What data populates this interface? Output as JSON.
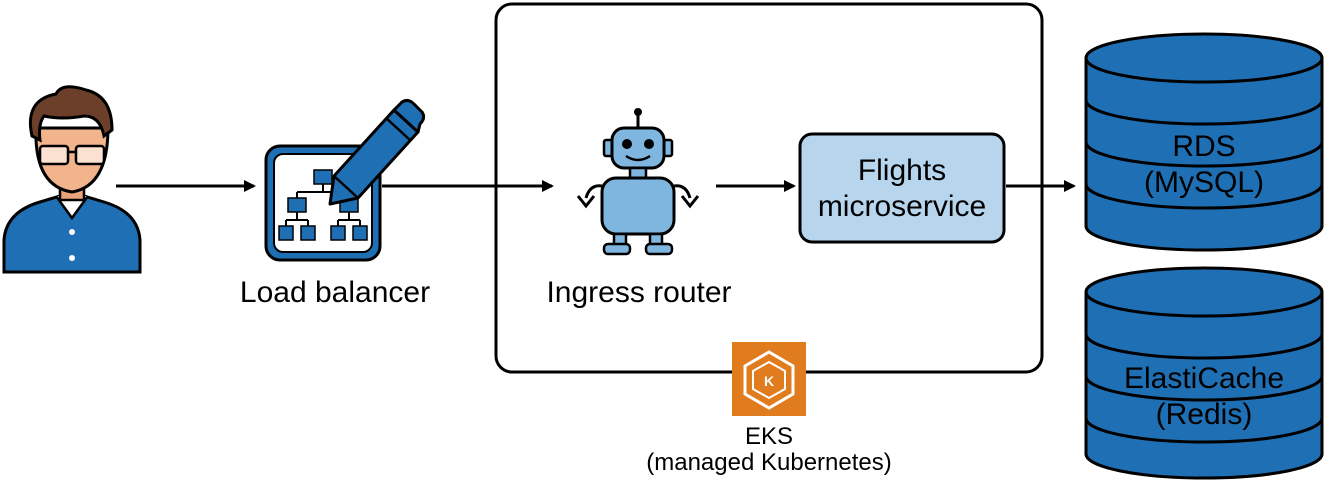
{
  "nodes": {
    "user": {
      "icon": "user-avatar-icon"
    },
    "load_balancer": {
      "icon": "load-balancer-icon",
      "label": "Load balancer"
    },
    "ingress_router": {
      "icon": "robot-icon",
      "label": "Ingress router"
    },
    "flights_service": {
      "line1": "Flights",
      "line2": "microservice"
    },
    "eks": {
      "icon": "eks-kubernetes-icon",
      "line1": "EKS",
      "line2": "(managed Kubernetes)"
    },
    "rds": {
      "icon": "database-icon",
      "line1": "RDS",
      "line2": "(MySQL)"
    },
    "elasticache": {
      "icon": "database-icon",
      "line1": "ElastiCache",
      "line2": "(Redis)"
    }
  },
  "colors": {
    "blue": "#1f6fb5",
    "light_blue": "#7fb6df",
    "service_fill": "#b7d6ee",
    "orange": "#e07c1d",
    "stroke": "#000000"
  }
}
